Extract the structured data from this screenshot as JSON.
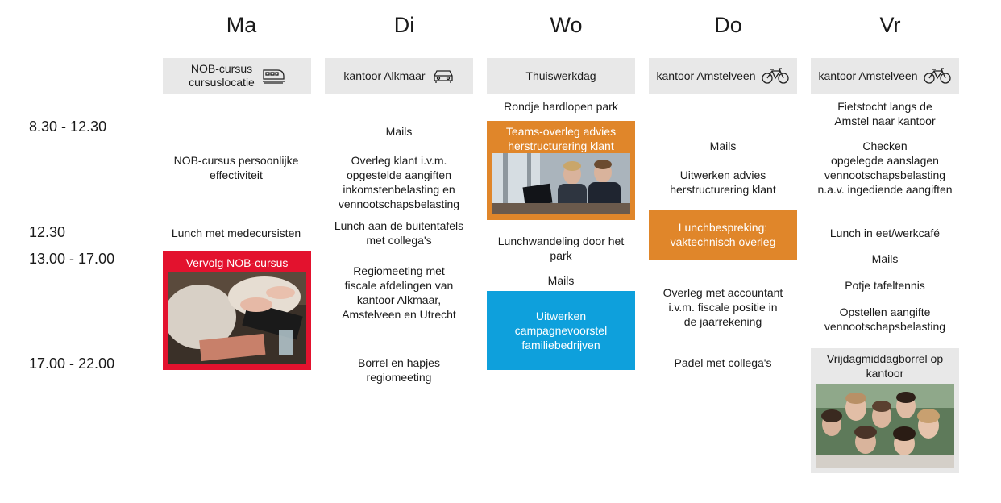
{
  "days": [
    "Ma",
    "Di",
    "Wo",
    "Do",
    "Vr"
  ],
  "times": [
    "8.30 - 12.30",
    "12.30",
    "13.00 - 17.00",
    "17.00 - 22.00"
  ],
  "headers": {
    "ma": {
      "line1": "NOB-cursus",
      "line2": "cursuslocatie",
      "icon": "train-icon"
    },
    "di": {
      "label": "kantoor Alkmaar",
      "icon": "car-icon"
    },
    "wo": {
      "label": "Thuiswerkdag"
    },
    "do": {
      "label": "kantoor Amstelveen",
      "icon": "bicycle-icon"
    },
    "vr": {
      "label": "kantoor Amstelveen",
      "icon": "bicycle-icon"
    }
  },
  "ma": {
    "item1": [
      "NOB-cursus persoonlijke",
      "effectiviteit"
    ],
    "item2": "Lunch met medecursisten",
    "item3": "Vervolg NOB-cursus"
  },
  "di": {
    "item1": "Mails",
    "item2": [
      "Overleg klant i.v.m.",
      "opgestelde aangiften",
      "inkomstenbelasting en",
      "vennootschapsbelasting"
    ],
    "item3": [
      "Lunch aan de buitentafels",
      "met collega's"
    ],
    "item4": [
      "Regiomeeting met",
      "fiscale afdelingen van",
      "kantoor Alkmaar,",
      "Amstelveen en Utrecht"
    ],
    "item5": [
      "Borrel en hapjes",
      "regiomeeting"
    ]
  },
  "wo": {
    "item1": "Rondje hardlopen park",
    "item2": [
      "Teams-overleg advies",
      "herstructurering klant"
    ],
    "item3": [
      "Lunchwandeling door het",
      "park"
    ],
    "item4": "Mails",
    "item5": [
      "Uitwerken",
      "campagnevoorstel",
      "familiebedrijven"
    ]
  },
  "do": {
    "item1": "Mails",
    "item2": [
      "Uitwerken advies",
      "herstructurering klant"
    ],
    "item3": [
      "Lunchbespreking:",
      "vaktechnisch overleg"
    ],
    "item4": [
      "Overleg met accountant",
      "i.v.m. fiscale positie in",
      "de jaarrekening"
    ],
    "item5": "Padel met collega's"
  },
  "vr": {
    "item1": [
      "Fietstocht langs de",
      "Amstel naar kantoor"
    ],
    "item2": [
      "Checken",
      "opgelegde aanslagen",
      "vennootschapsbelasting",
      "n.a.v. ingediende aangiften"
    ],
    "item3": "Lunch in eet/werkcafé",
    "item4": "Mails",
    "item5": "Potje tafeltennis",
    "item6": [
      "Opstellen aangifte",
      "vennootschapsbelasting"
    ],
    "item7": [
      "Vrijdagmiddagborrel op",
      "kantoor"
    ]
  },
  "colors": {
    "orange": "#e0862a",
    "blue": "#0ea0dc",
    "red": "#e3122e",
    "grey": "#e8e8e8"
  }
}
